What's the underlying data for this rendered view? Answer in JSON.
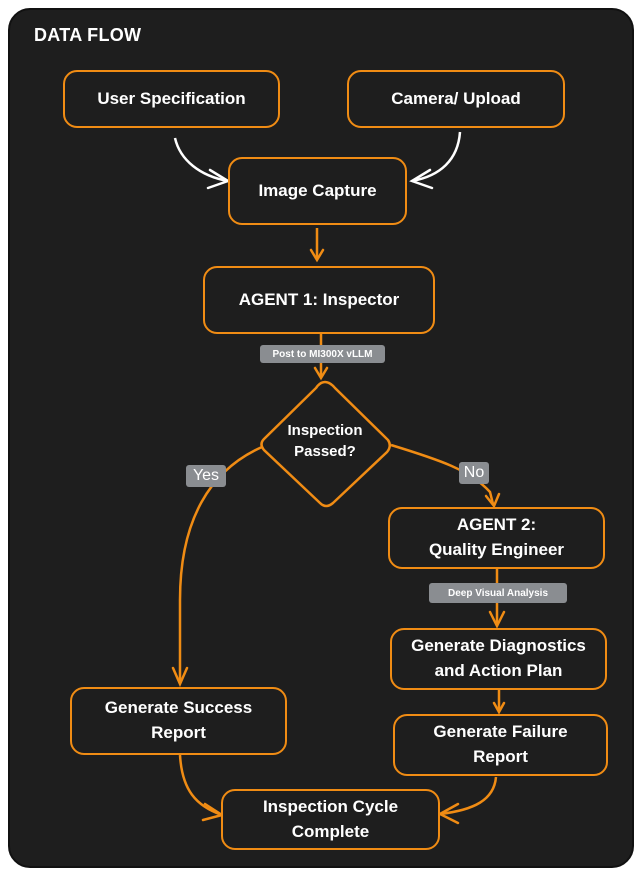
{
  "title": "DATA FLOW",
  "colors": {
    "accent": "#f08c14",
    "background": "#1e1e1e",
    "arrow_white": "#ffffff",
    "label_bg": "#8a8d91"
  },
  "nodes": {
    "user_spec": "User Specification",
    "camera_upload": "Camera/ Upload",
    "image_capture": "Image Capture",
    "agent1": "AGENT 1: Inspector",
    "decision": "Inspection\nPassed?",
    "agent2": "AGENT 2:\nQuality Engineer",
    "diagnostics": "Generate Diagnostics\nand Action Plan",
    "success_report": "Generate Success\nReport",
    "failure_report": "Generate Failure\nReport",
    "complete": "Inspection Cycle\nComplete"
  },
  "edge_labels": {
    "post_vllm": "Post to MI300X vLLM",
    "deep_visual": "Deep Visual Analysis",
    "yes": "Yes",
    "no": "No"
  }
}
